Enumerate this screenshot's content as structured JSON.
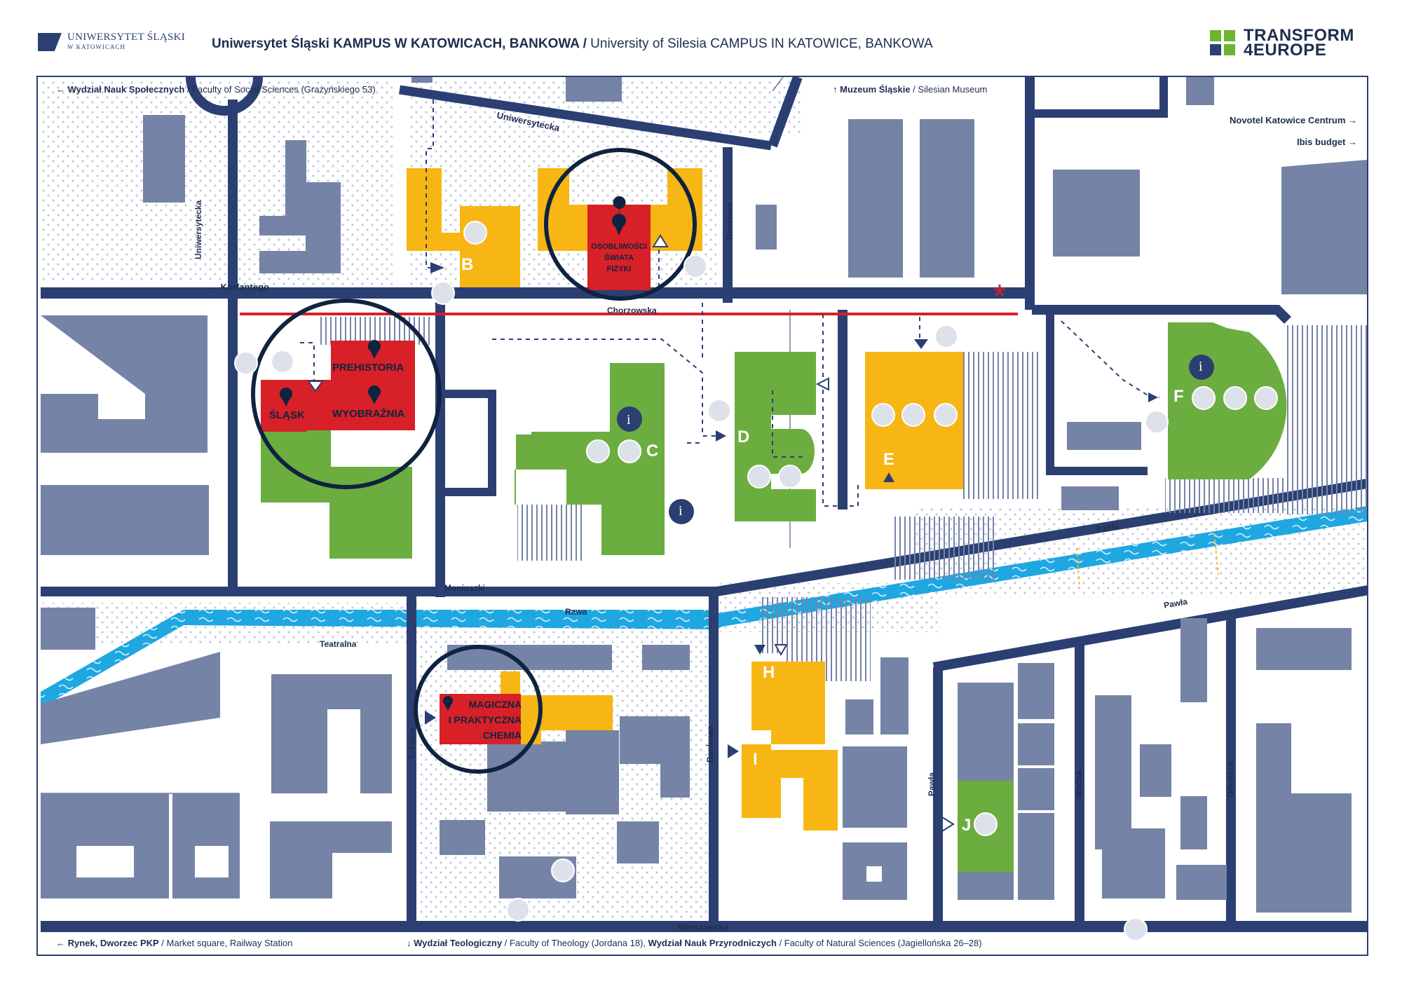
{
  "header": {
    "logo_line1": "UNIWERSYTET ŚLĄSKI",
    "logo_line2": "W KATOWICACH",
    "title_pl": "Uniwersytet Śląski KAMPUS W KATOWICACH, BANKOWA",
    "title_sep": " / ",
    "title_en": "University of Silesia CAMPUS IN KATOWICE, BANKOWA",
    "t4e_line1": "TRANSFORM",
    "t4e_line2": "4EUROPE"
  },
  "annotations": {
    "social_pl": "Wydział Nauk Społecznych",
    "social_en": " / Faculty of Social Sciences (Grażyńskiego 53)",
    "museum_pl": "Muzeum Śląskie",
    "museum_en": " / Silesian Museum",
    "novotel": "Novotel Katowice Centrum",
    "ibis": "Ibis budget",
    "rynek_pl": "Rynek, Dworzec PKP",
    "rynek_en": " / Market square, Railway Station",
    "theo_pl": "Wydział Teologiczny",
    "theo_en": " / Faculty of Theology (Jordana 18), ",
    "nat_pl": "Wydział Nauk Przyrodniczych",
    "nat_en": " / Faculty of Natural Sciences (Jagiellońska 26–28)"
  },
  "streets": {
    "uniwersytecka": "Uniwersytecka",
    "korfantego": "Korfantego",
    "bankowa": "Bankowa",
    "chorzowska": "Chorzowska",
    "moniuszki": "Moniuszki",
    "rawa": "Rawa",
    "teatralna": "Teatralna",
    "szkolna": "Szkolna",
    "panki": "Pańki",
    "pawla": "Pawła",
    "wodna": "Wodna",
    "gornicza": "Górnicza",
    "warszawska": "Warszawska"
  },
  "buildings": {
    "b": "B",
    "c": "C",
    "d": "D",
    "e": "E",
    "f": "F",
    "h": "H",
    "i": "I",
    "j": "J"
  },
  "exhibits": {
    "fizyka_1": "OSOBLIWOŚCI",
    "fizyka_2": "ŚWIATA",
    "fizyka_3": "FIZYKI",
    "prehistoria": "PREHISTORIA",
    "slask": "ŚLĄSK",
    "wyobraznia": "WYOBRAŹNIA",
    "chemia_1": "MAGICZNA",
    "chemia_2": "I PRAKTYCZNA",
    "chemia_3": "CHEMIA"
  },
  "info_mark": "i",
  "asterisk": "*",
  "colors": {
    "navy": "#2b3f73",
    "block": "#7583a6",
    "yellow": "#f7b614",
    "green": "#6cad3f",
    "red": "#d72027",
    "water": "#1ea7e1",
    "t4e_green": "#6cb52d",
    "t4e_navy": "#2b3f73"
  },
  "icons": [
    "bike-icon",
    "library-icon",
    "canteen-icon",
    "info-icon",
    "pin-icon",
    "bus-icon",
    "church-icon",
    "microscope-icon",
    "entrance-arrow-icon"
  ]
}
